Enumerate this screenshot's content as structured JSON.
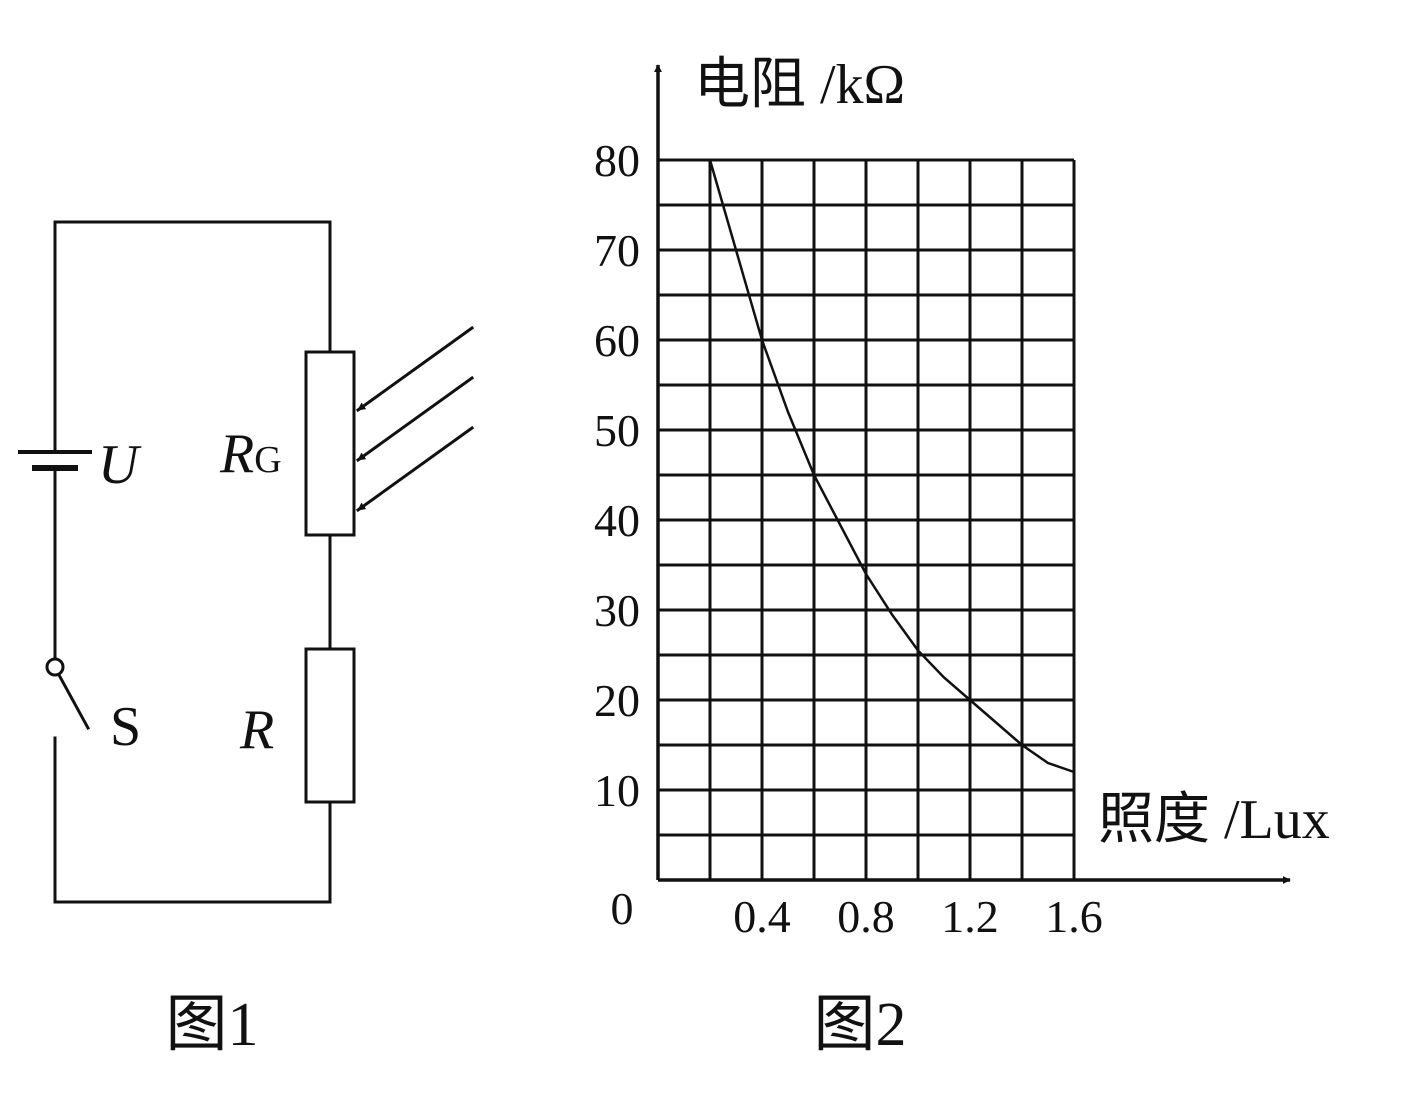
{
  "figure1": {
    "caption": "图1",
    "source_label": "U",
    "switch_label": "S",
    "photoresistor_label_main": "R",
    "photoresistor_label_sub": "G",
    "resistor_label": "R"
  },
  "figure2": {
    "caption": "图2",
    "y_axis_title": "电阻 /kΩ",
    "x_axis_title": "照度 /Lux",
    "origin_label": "0"
  },
  "chart_data": {
    "type": "line",
    "xlabel": "照度 /Lux",
    "ylabel": "电阻 /kΩ",
    "xlim": [
      0,
      1.6
    ],
    "ylim": [
      0,
      80
    ],
    "x_ticks": [
      "0.4",
      "0.8",
      "1.2",
      "1.6"
    ],
    "y_ticks": [
      "10",
      "20",
      "30",
      "40",
      "50",
      "60",
      "70",
      "80"
    ],
    "grid": true,
    "series": [
      {
        "x": [
          0.2,
          0.3,
          0.4,
          0.5,
          0.6,
          0.7,
          0.8,
          0.9,
          1.0,
          1.1,
          1.2,
          1.3,
          1.4,
          1.5,
          1.6
        ],
        "values": [
          80,
          70,
          60,
          52,
          45,
          39.5,
          34,
          29.5,
          25.5,
          22.5,
          20,
          17.5,
          15,
          13,
          12
        ]
      }
    ]
  }
}
